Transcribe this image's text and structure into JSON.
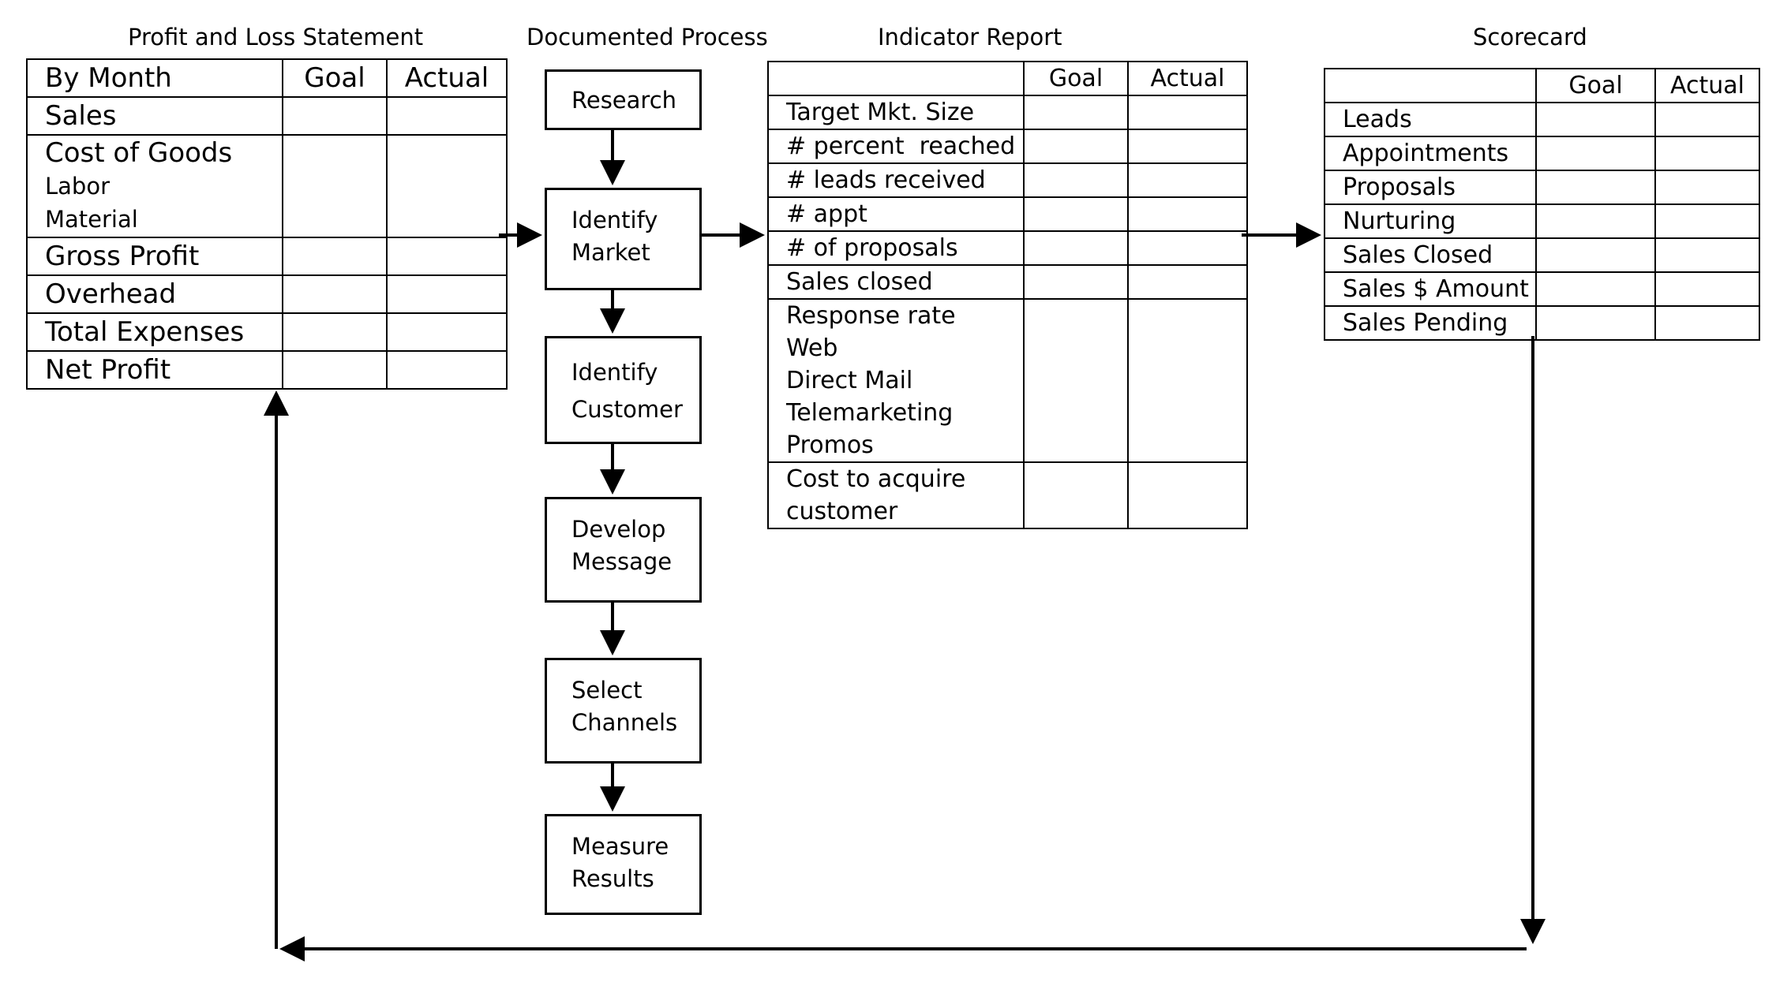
{
  "headings": {
    "pl": "Profit and Loss Statement",
    "process": "Documented Process",
    "indicator": "Indicator Report",
    "scorecard": "Scorecard"
  },
  "pl": {
    "col1": "By Month",
    "goal": "Goal",
    "actual": "Actual",
    "sales": "Sales",
    "cogs": "Cost of Goods",
    "labor": "Labor",
    "material": "Material",
    "gross_profit": "Gross Profit",
    "overhead": "Overhead",
    "total_expenses": "Total Expenses",
    "net_profit": "Net Profit"
  },
  "process": {
    "research": "Research",
    "identify_market_1": "Identify",
    "identify_market_2": "Market",
    "identify_customer_1": "Identify",
    "identify_customer_2": "Customer",
    "develop_message_1": "Develop",
    "develop_message_2": "Message",
    "select_channels_1": "Select",
    "select_channels_2": "Channels",
    "measure_results_1": "Measure",
    "measure_results_2": "Results"
  },
  "indicator": {
    "goal": "Goal",
    "actual": "Actual",
    "target": "Target Mkt. Size",
    "percent": "# percent  reached",
    "leads": "# leads received",
    "appt": "# appt",
    "proposals": "# of proposals",
    "sales_closed": "Sales closed",
    "response_rate": "Response rate",
    "web": "Web",
    "direct_mail": "Direct Mail",
    "telemarketing": "Telemarketing",
    "promos": "Promos",
    "cost_1": "Cost to acquire",
    "cost_2": "customer"
  },
  "scorecard": {
    "goal": "Goal",
    "actual": "Actual",
    "leads": "Leads",
    "appointments": "Appointments",
    "proposals": "Proposals",
    "nurturing": "Nurturing",
    "sales_closed": "Sales Closed",
    "sales_amount": "Sales $ Amount",
    "sales_pending": "Sales Pending"
  }
}
